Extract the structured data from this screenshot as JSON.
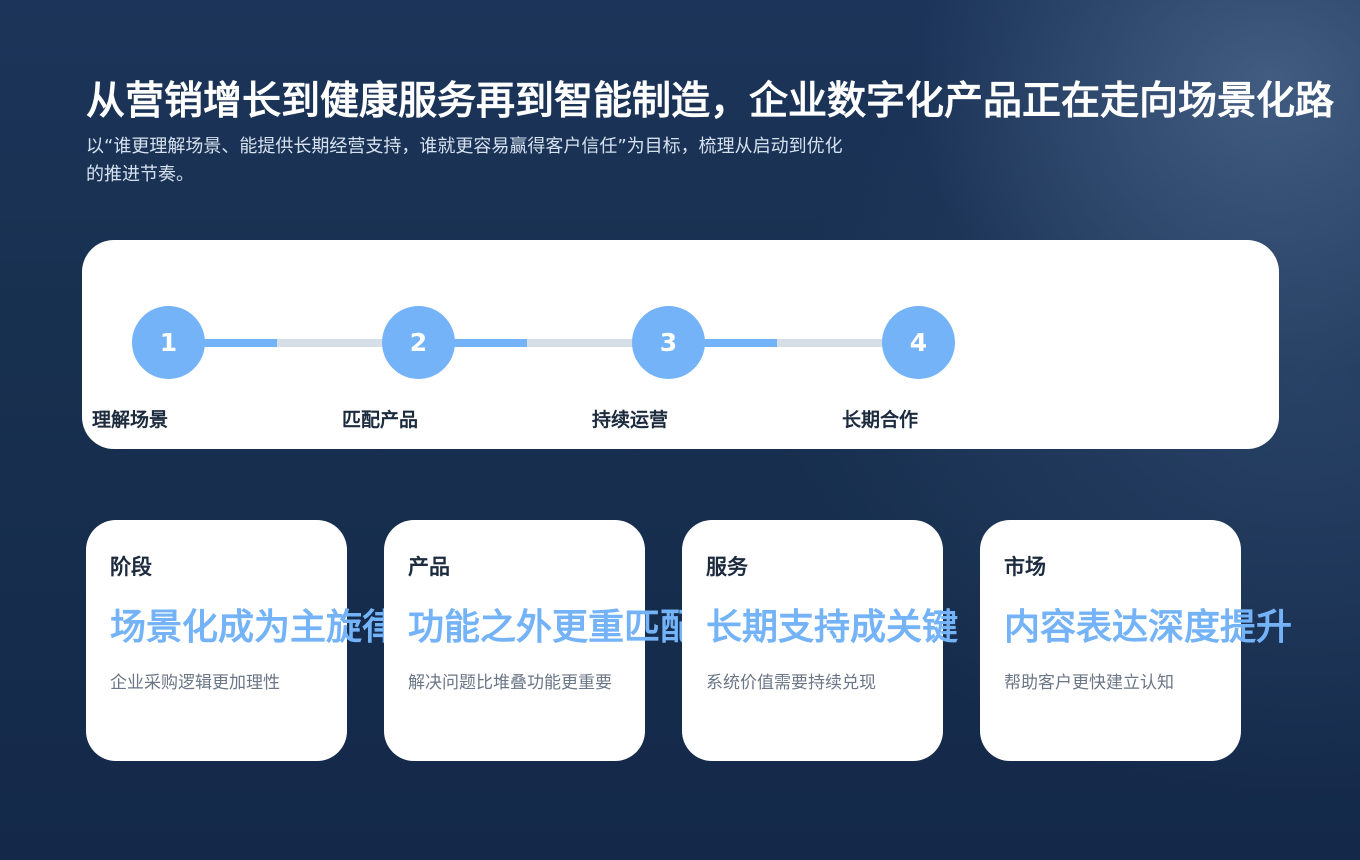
{
  "header": {
    "title": "从营销增长到健康服务再到智能制造，企业数字化产品正在走向场景化路",
    "subtitle": "以“谁更理解场景、能提供长期经营支持，谁就更容易赢得客户信任”为目标，梳理从启动到优化的推进节奏。"
  },
  "timeline": {
    "steps": [
      {
        "number": "1",
        "label": "理解场景"
      },
      {
        "number": "2",
        "label": "匹配产品"
      },
      {
        "number": "3",
        "label": "持续运营"
      },
      {
        "number": "4",
        "label": "长期合作"
      }
    ]
  },
  "cards": [
    {
      "label": "阶段",
      "headline": "场景化成为主旋律",
      "desc": "企业采购逻辑更加理性"
    },
    {
      "label": "产品",
      "headline": "功能之外更重匹配",
      "desc": "解决问题比堆叠功能更重要"
    },
    {
      "label": "服务",
      "headline": "长期支持成关键",
      "desc": "系统价值需要持续兑现"
    },
    {
      "label": "市场",
      "headline": "内容表达深度提升",
      "desc": "帮助客户更快建立认知"
    }
  ],
  "colors": {
    "accent": "#74b3f7",
    "track_inactive": "#d6dee8",
    "background": "#18304f",
    "card": "#ffffff",
    "text_dark": "#1d2b3f",
    "text_muted": "#6b7686"
  }
}
